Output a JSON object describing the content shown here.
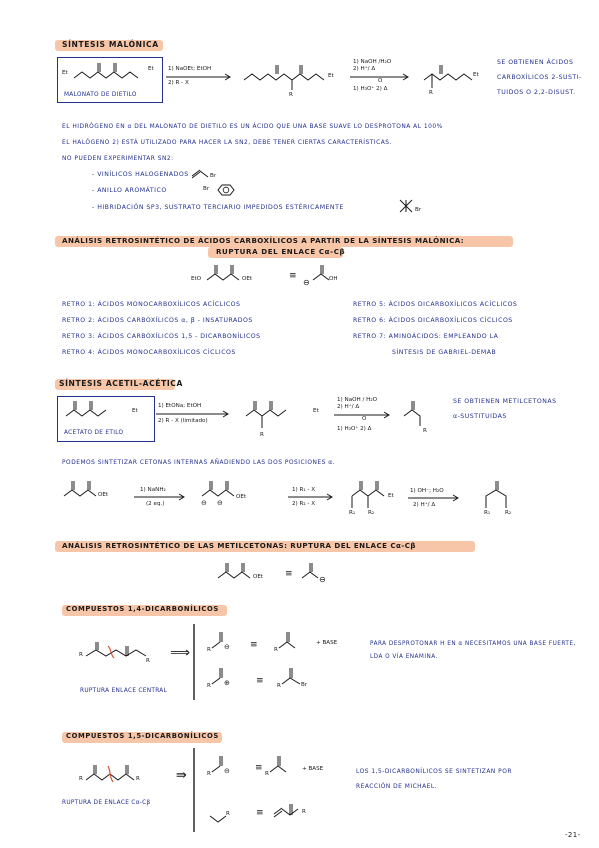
{
  "s1": {
    "title": "SÍNTESIS MALÓNICA",
    "box_label": "MALONATO DE DIETILO",
    "et": "Et",
    "step1": "1) NaOEt; EtOH",
    "step2": "2) R - X",
    "step3": "1) NaOH /H₂O",
    "step4": "2) H⁺/ Δ",
    "step5": "1) H₃O⁺ 2) Δ",
    "r": "R",
    "o": "O",
    "result": [
      "SE OBTIENEN ÁCIDOS",
      "CARBOXÍLICOS 2-SUSTI-",
      "TUIDOS O 2,2-DISUST."
    ],
    "note": [
      "EL HIDRÓGENO EN α DEL MALONATO DE DIETILO ES UN ÁCIDO QUE UNA BASE SUAVE LO DESPROTONA AL 100%",
      "EL HALÓGENO 2) ESTÁ UTILIZADO PARA HACER LA SN2, DEBE TENER CIERTAS CARACTERÍSTICAS.",
      "NO PUEDEN EXPERIMENTAR SN2:"
    ],
    "list": [
      "- VINÍLICOS HALOGENADOS",
      "- ANILLO AROMÁTICO",
      "- HIBRIDACIÓN SP3, SUSTRATO TERCIARIO IMPEDIDOS ESTÉRICAMENTE"
    ],
    "br": "Br"
  },
  "s2": {
    "title1": "ANÁLISIS RETROSINTÉTICO DE ÁCIDOS CARBOXÍLICOS A PARTIR DE LA SÍNTESIS MALÓNICA:",
    "title2": "RUPTURA DEL ENLACE Cα-Cβ",
    "eto": "EtO",
    "oet": "OEt",
    "oh": "OH",
    "equiv": "≡",
    "minus": "⊖",
    "retro_left": [
      "RETRO 1: ÁCIDOS MONOCARBOXÍLICOS ACÍCLICOS",
      "RETRO 2: ÁCIDOS CARBOXÍLICOS α, β - INSATURADOS",
      "RETRO 3: ÁCIDOS CARBOXÍLICOS 1,5 - DICARBONÍLICOS",
      "RETRO 4: ÁCIDOS MONOCARBOXÍLICOS CÍCLICOS"
    ],
    "retro_right": [
      "RETRO 5: ÁCIDOS DICARBOXÍLICOS ACÍCLICOS",
      "RETRO 6: ÁCIDOS DICARBOXÍLICOS CÍCLICOS",
      "RETRO 7: AMINOÁCIDOS: EMPLEANDO LA",
      "SÍNTESIS DE GABRIEL-DEMAB"
    ]
  },
  "s3": {
    "title": "SÍNTESIS ACETIL-ACÉTICA",
    "box_label": "ACETATO DE ETILO",
    "step1": "1) EtONa; EtOH",
    "step2": "2) R - X (limitado)",
    "step3": "1) NaOH / H₂O",
    "step4": "2) H⁺/ Δ",
    "step5": "1) H₃O⁺ 2) Δ",
    "result": [
      "SE OBTIENEN METILCETONAS",
      "α-SUSTITUIDAS"
    ],
    "note": "PODEMOS SINTETIZAR CETONAS INTERNAS AÑADIENDO LAS DOS POSICIONES α.",
    "a1": "1) NaNH₂",
    "a1b": "(2 eq.)",
    "a2": "1) R₁ - X",
    "a2b": "2) R₂ - X",
    "a3": "1) OH⁻; H₂O",
    "a3b": "2) H⁺/ Δ",
    "r1": "R₁",
    "r2": "R₂"
  },
  "s4": {
    "title": "ANÁLISIS RETROSINTÉTICO DE LAS METILCETONAS: RUPTURA DEL ENLACE Cα-Cβ"
  },
  "s5": {
    "title": "COMPUESTOS 1,4-DICARBONÍLICOS",
    "cap": "RUPTURA ENLACE CENTRAL",
    "base": "+ BASE",
    "arrow": "⟹",
    "note": [
      "PARA DESPROTONAR H EN α NECESITAMOS UNA BASE FUERTE,",
      "LDA O VÍA ENAMINA."
    ]
  },
  "s6": {
    "title": "COMPUESTOS 1,5-DICARBONÍLICOS",
    "cap": "RUPTURA DE ENLACE Cα-Cβ",
    "base": "+ BASE",
    "arrow": "⇛",
    "note": [
      "LOS 1,5-DICARBONÍLICOS SE SINTETIZAN POR",
      "REACCIÓN DE MICHAEL."
    ]
  },
  "page_number": "-21-"
}
